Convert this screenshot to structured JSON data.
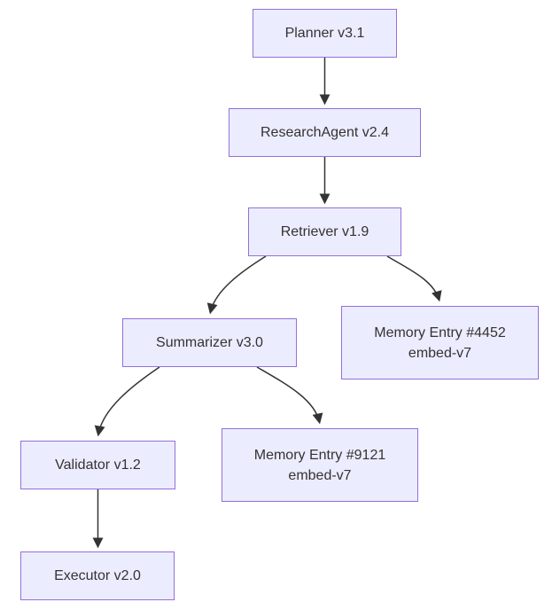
{
  "diagram": {
    "type": "flowchart",
    "direction": "top-down",
    "colors": {
      "background": "#FFFFFF",
      "node_fill": "#ECECFF",
      "node_border": "#9370DB",
      "text": "#333333",
      "edge": "#333333"
    },
    "nodes": [
      {
        "id": "planner",
        "label": "Planner v3.1"
      },
      {
        "id": "research",
        "label": "ResearchAgent v2.4"
      },
      {
        "id": "retriever",
        "label": "Retriever v1.9"
      },
      {
        "id": "summarizer",
        "label": "Summarizer v3.0"
      },
      {
        "id": "mem4452",
        "label": "Memory Entry #4452",
        "sublabel": "embed-v7"
      },
      {
        "id": "validator",
        "label": "Validator v1.2"
      },
      {
        "id": "mem9121",
        "label": "Memory Entry #9121",
        "sublabel": "embed-v7"
      },
      {
        "id": "executor",
        "label": "Executor v2.0"
      }
    ],
    "edges": [
      {
        "from": "planner",
        "to": "research"
      },
      {
        "from": "research",
        "to": "retriever"
      },
      {
        "from": "retriever",
        "to": "summarizer"
      },
      {
        "from": "retriever",
        "to": "mem4452"
      },
      {
        "from": "summarizer",
        "to": "validator"
      },
      {
        "from": "summarizer",
        "to": "mem9121"
      },
      {
        "from": "validator",
        "to": "executor"
      }
    ]
  }
}
